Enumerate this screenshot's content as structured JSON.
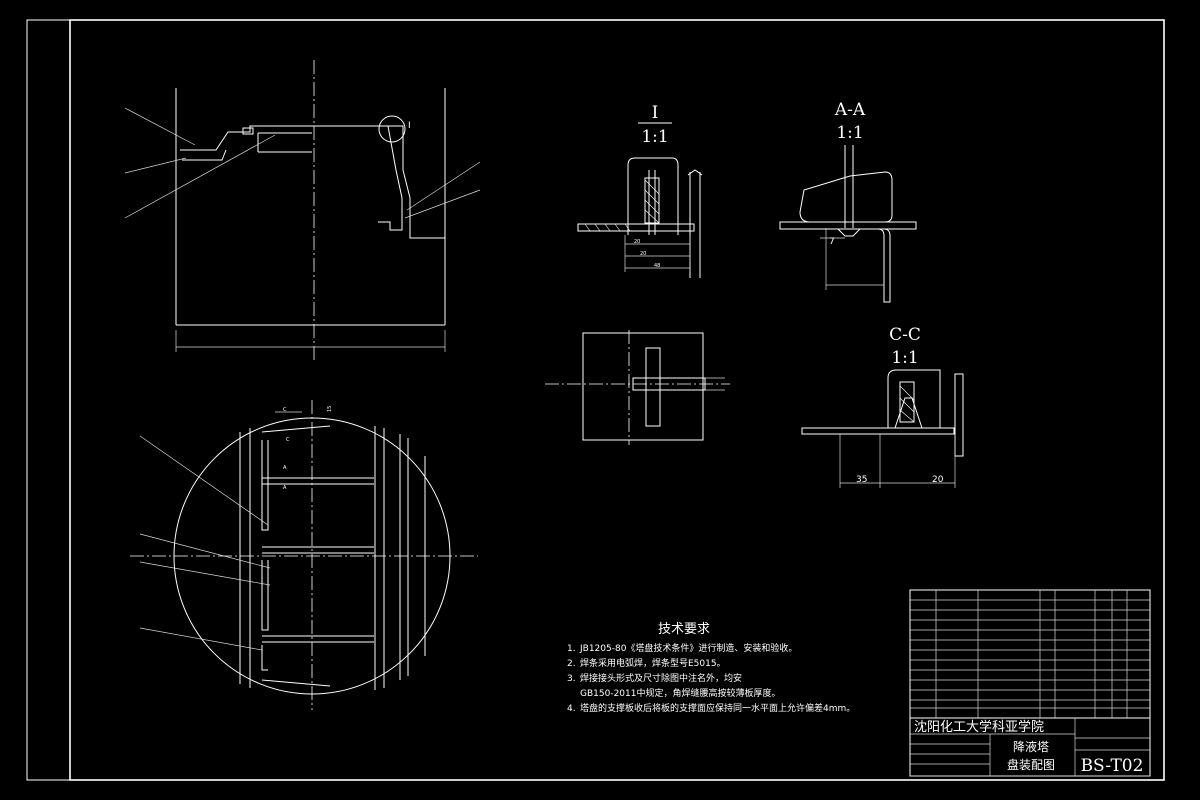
{
  "views": {
    "detail_i": {
      "title": "I",
      "scale": "1:1",
      "dims": [
        "20",
        "20",
        "48"
      ]
    },
    "section_aa": {
      "title": "A-A",
      "scale": "1:1",
      "dims": [
        "7"
      ]
    },
    "section_cc": {
      "title": "C-C",
      "scale": "1:1",
      "dims": [
        "35",
        "20"
      ]
    },
    "plan_view": {
      "dims": [
        "15"
      ],
      "markers": [
        "C",
        "C",
        "A",
        "A"
      ]
    },
    "elevation": {
      "detail_marker": "I"
    }
  },
  "tech_requirements": {
    "title": "技术要求",
    "items": [
      "JB1205-80《塔盘技术条件》进行制造、安装和验收。",
      "焊条采用电弧焊，焊条型号E5015。",
      "焊接接头形式及尺寸除图中注名外，均安",
      "GB150-2011中规定，角焊缝腰高按较薄板厚度。",
      "塔盘的支撑板收后将板的支撑面应保持同一水平面上允许偏差4mm。"
    ],
    "numbers": [
      "1.",
      "2.",
      "3.",
      "",
      "4."
    ]
  },
  "title_block": {
    "school": "沈阳化工大学科亚学院",
    "drawing_name_1": "降液塔",
    "drawing_name_2": "盘装配图",
    "drawing_number": "BS-T02"
  },
  "colors": {
    "background": "#000000",
    "lines": "#ffffff"
  }
}
